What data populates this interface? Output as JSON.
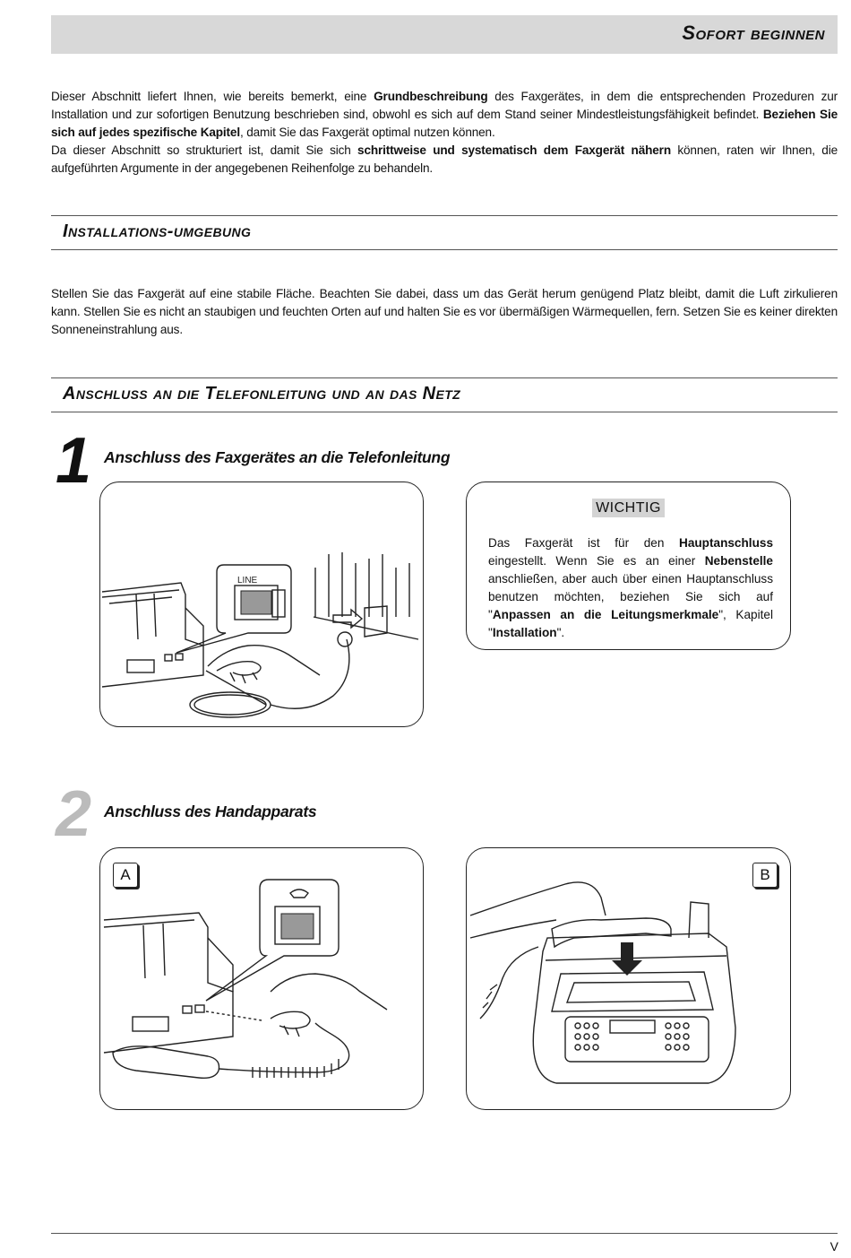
{
  "header": {
    "title": "Sofort beginnen"
  },
  "intro": {
    "p1": [
      {
        "t": "Dieser Abschnitt liefert Ihnen, wie bereits bemerkt,  eine ",
        "b": false
      },
      {
        "t": "Grundbeschreibung",
        "b": true
      },
      {
        "t": " des Faxgerätes, in dem  die entsprechenden Prozeduren zur Installation und zur sofortigen Benutzung beschrieben sind, obwohl es sich auf dem Stand seiner Mindestleistungsfähigkeit befindet. ",
        "b": false
      },
      {
        "t": "Beziehen Sie sich auf jedes spezifische Kapitel",
        "b": true
      },
      {
        "t": ", damit Sie das Faxgerät optimal nutzen können.",
        "b": false
      }
    ],
    "p2": [
      {
        "t": "Da dieser Abschnitt so strukturiert ist, damit Sie sich ",
        "b": false
      },
      {
        "t": "schrittweise und systematisch dem Faxgerät nähern",
        "b": true
      },
      {
        "t": " können, raten wir Ihnen, die aufgeführten Argumente in der angegebenen Reihenfolge zu  behandeln.",
        "b": false
      }
    ]
  },
  "section_installation": {
    "title": "Installations-umgebung",
    "text": "Stellen Sie das Faxgerät auf eine stabile Fläche. Beachten Sie dabei, dass um das Gerät herum genügend Platz bleibt, damit die Luft zirkulieren kann. Stellen Sie es nicht an staubigen und feuchten Orten auf und halten Sie es vor übermäßigen Wärmequellen,  fern. Setzen Sie es keiner direkten Sonneneinstrahlung aus."
  },
  "section_anschluss": {
    "title": "Anschluss an die Telefonleitung und an das Netz",
    "step1": {
      "number": "1",
      "title": "Anschluss des Faxgerätes an die Telefonleitung",
      "line_label": "LINE"
    },
    "step2": {
      "number": "2",
      "title": "Anschluss des Handapparats",
      "label_a": "A",
      "label_b": "B"
    }
  },
  "wichtig": {
    "label": "WICHTIG",
    "text": [
      {
        "t": "Das Faxgerät ist für den ",
        "b": false
      },
      {
        "t": "Hauptanschluss",
        "b": true
      },
      {
        "t": " eingestellt. Wenn Sie es an einer ",
        "b": false
      },
      {
        "t": "Nebenstelle",
        "b": true
      },
      {
        "t": " anschließen, aber  auch über einen Hauptanschluss benutzen möchten, beziehen Sie sich auf \"",
        "b": false
      },
      {
        "t": "Anpassen an die Leitungsmerkmale",
        "b": true
      },
      {
        "t": "\", Kapitel \"",
        "b": false
      },
      {
        "t": "Installation",
        "b": true
      },
      {
        "t": "\".",
        "b": false
      }
    ]
  },
  "footer": {
    "page_number": "V"
  }
}
